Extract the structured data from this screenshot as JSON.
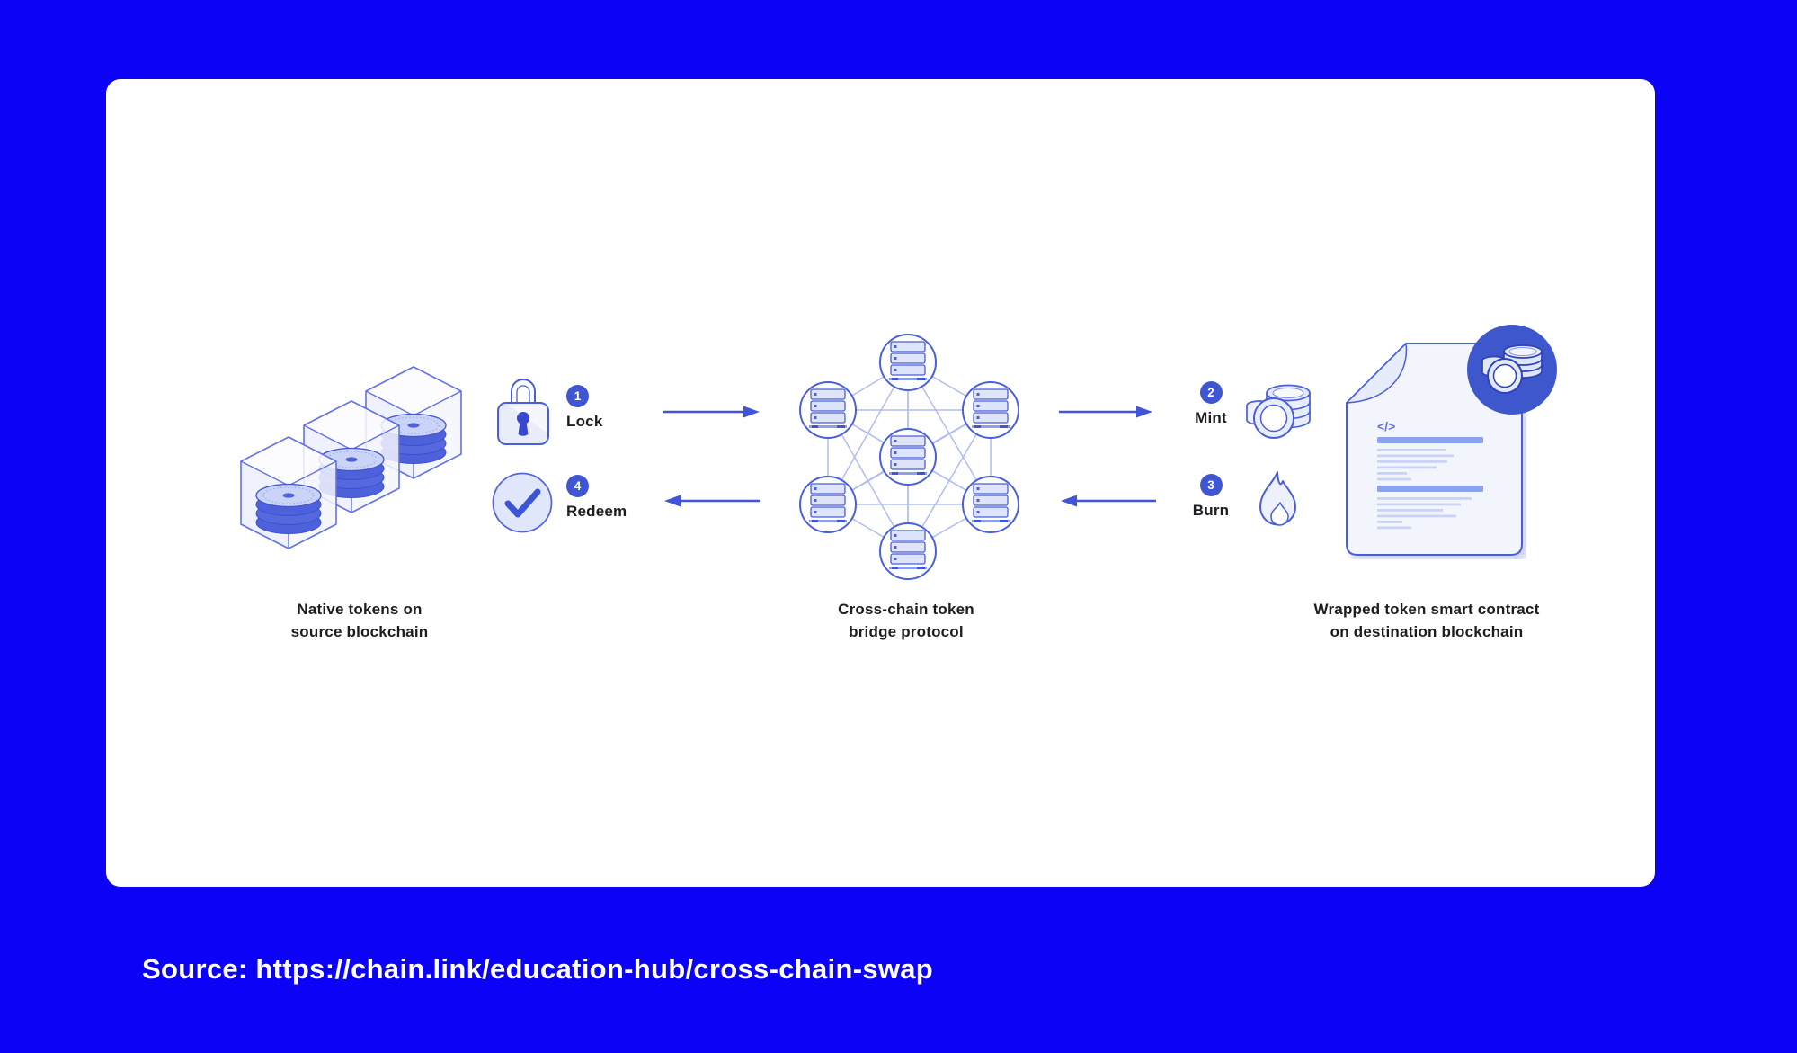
{
  "page": {
    "background_color": "#0b02f6",
    "card_color": "#ffffff",
    "source_text": "Source: https://chain.link/education-hub/cross-chain-swap"
  },
  "diagram": {
    "steps": {
      "lock": {
        "number": "1",
        "label": "Lock"
      },
      "mint": {
        "number": "2",
        "label": "Mint"
      },
      "burn": {
        "number": "3",
        "label": "Burn"
      },
      "redeem": {
        "number": "4",
        "label": "Redeem"
      }
    },
    "captions": {
      "source_chain": [
        "Native tokens on",
        "source blockchain"
      ],
      "bridge": [
        "Cross-chain token",
        "bridge protocol"
      ],
      "destination_chain": [
        "Wrapped token smart contract",
        "on destination blockchain"
      ]
    },
    "code_tag": "</>",
    "icons": {
      "source_tokens": "token-cubes-icon",
      "lock": "padlock-icon",
      "redeem": "checkmark-circle-icon",
      "bridge_network": "server-network-icon",
      "mint": "coin-stack-icon",
      "burn": "flame-icon",
      "destination_contract": "smart-contract-document-icon",
      "wrapped_token_badge": "coin-badge-icon"
    },
    "colors": {
      "accent_blue": "#4054d6",
      "stroke_blue": "#4a5ed8",
      "badge_blue": "#3f56d0",
      "mesh_line": "#b0bdf0",
      "light_fill": "#eef1fc",
      "coin_blue": "#4d61da",
      "text_dark": "#1c1d21",
      "doc_badge_blue": "#3e57cc"
    }
  }
}
